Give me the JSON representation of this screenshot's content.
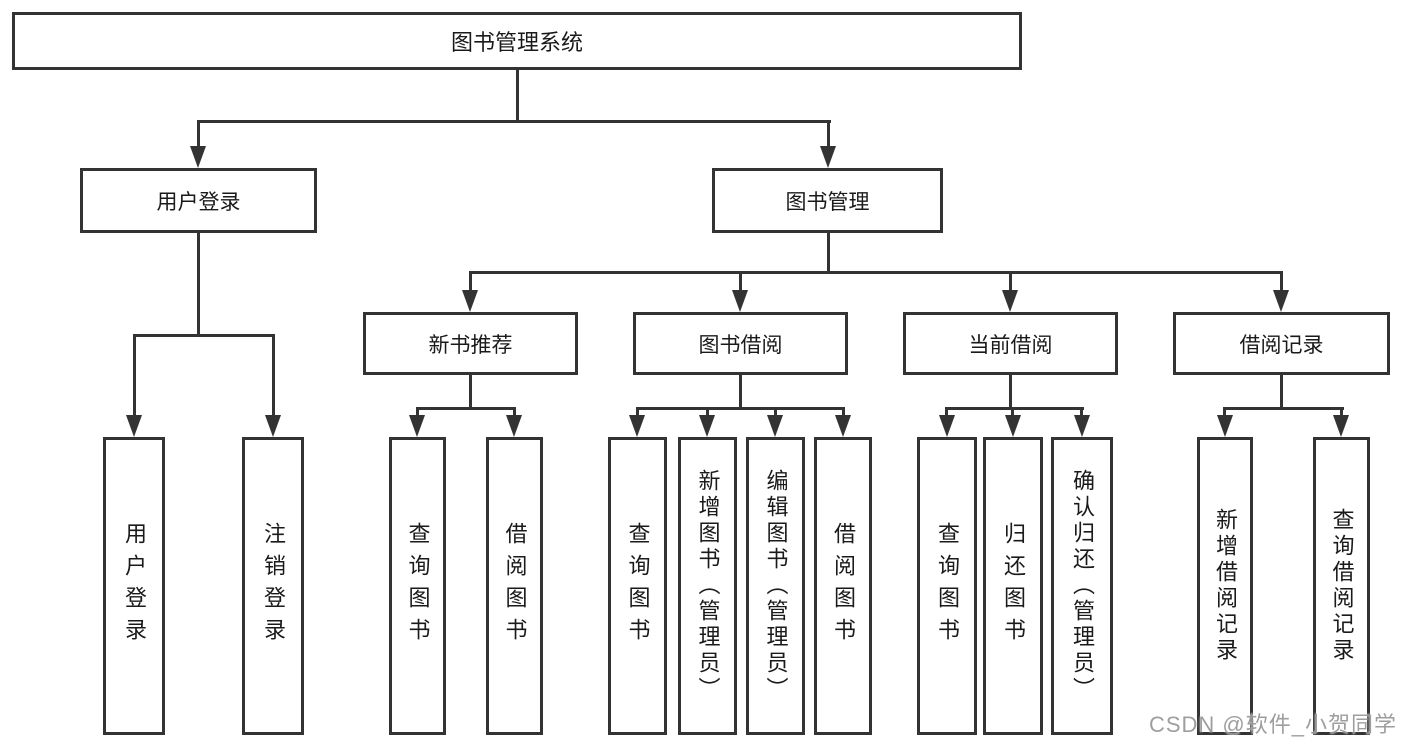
{
  "tree": {
    "label": "图书管理系统",
    "children": [
      {
        "label": "用户登录",
        "children": [
          {
            "label": "用户登录"
          },
          {
            "label": "注销登录"
          }
        ]
      },
      {
        "label": "图书管理",
        "children": [
          {
            "label": "新书推荐",
            "children": [
              {
                "label": "查询图书"
              },
              {
                "label": "借阅图书"
              }
            ]
          },
          {
            "label": "图书借阅",
            "children": [
              {
                "label": "查询图书"
              },
              {
                "label": "新增图书（管理员）"
              },
              {
                "label": "编辑图书（管理员）"
              },
              {
                "label": "借阅图书"
              }
            ]
          },
          {
            "label": "当前借阅",
            "children": [
              {
                "label": "查询图书"
              },
              {
                "label": "归还图书"
              },
              {
                "label": "确认归还（管理员）"
              }
            ]
          },
          {
            "label": "借阅记录",
            "children": [
              {
                "label": "新增借阅记录"
              },
              {
                "label": "查询借阅记录"
              }
            ]
          }
        ]
      }
    ]
  },
  "watermark": "CSDN @软件_小贺同学",
  "colors": {
    "line": "#333333",
    "text": "#1a1a1a",
    "watermark": "#949494",
    "background": "#ffffff"
  }
}
